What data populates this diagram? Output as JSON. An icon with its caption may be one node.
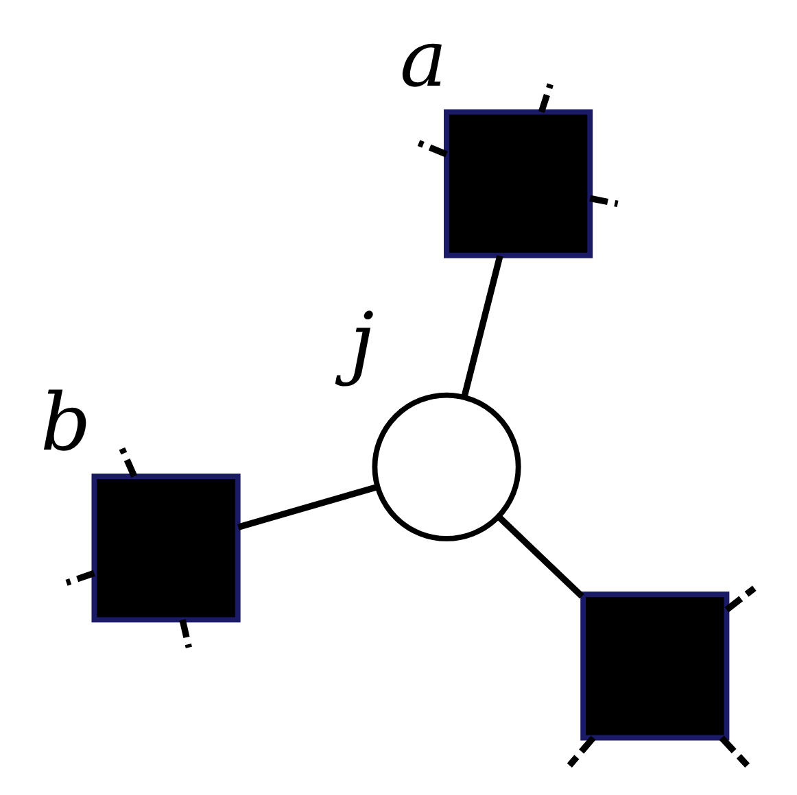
{
  "diagram": {
    "nodes": [
      {
        "text": [],
        "shape": "box",
        "beside": [
          "b"
        ]
      },
      {
        "text": [],
        "shape": "box"
      },
      {
        "text": [],
        "shape": "circle",
        "beside": [
          "j"
        ]
      },
      {
        "text": [],
        "shape": "box",
        "beside": [
          "a"
        ]
      }
    ],
    "edges": [
      {
        "from": 0,
        "to": 2,
        "arrow": "none"
      },
      {
        "from": 1,
        "to": 2,
        "arrow": "none"
      },
      {
        "from": 2,
        "to": 3,
        "arrow": "none"
      },
      {
        "from": 0,
        "to": null,
        "arrow": "none",
        "style": "dashed"
      },
      {
        "from": 0,
        "to": null,
        "arrow": "none",
        "style": "dashed"
      },
      {
        "from": 0,
        "to": null,
        "arrow": "none",
        "style": "dashed"
      },
      {
        "from": 1,
        "to": null,
        "arrow": "none",
        "style": "dashed"
      },
      {
        "from": 1,
        "to": null,
        "arrow": "none",
        "style": "dashed"
      },
      {
        "from": 1,
        "to": null,
        "arrow": "none",
        "style": "dashed"
      },
      {
        "from": 3,
        "to": null,
        "arrow": "none",
        "style": "dashed"
      },
      {
        "from": 3,
        "to": null,
        "arrow": "none",
        "style": "dashed"
      },
      {
        "from": 3,
        "to": null,
        "arrow": "none",
        "style": "dashed"
      }
    ]
  }
}
